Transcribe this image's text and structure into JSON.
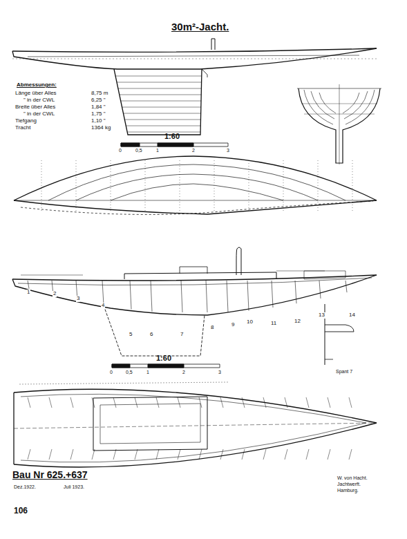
{
  "diagram": {
    "title": "30m²-Jacht.",
    "labels": [
      "Abmessungen:",
      "Länge über Alles",
      "8,75 m",
      "\" in der CWL",
      "6,25 \"",
      "Breite über Alles",
      "1,84 \"",
      "\" in der CWL",
      "1,75 \"",
      "Tiefgang",
      "1,10 \"",
      "Tracht",
      "1364 kg",
      "1:60",
      "0",
      "0,5",
      "1",
      "2",
      "3",
      "1:60",
      "0",
      "0,5",
      "1",
      "2",
      "3",
      "1",
      "2",
      "3",
      "4",
      "5",
      "6",
      "7",
      "8",
      "9",
      "10",
      "11",
      "12",
      "13",
      "14",
      "Spant 7",
      "Bau Nr 625.+637",
      "Dez.1922.",
      "Juli 1923.",
      "W. von Hacht.",
      "Jachtwerft.",
      "Hamburg.",
      "106"
    ]
  }
}
